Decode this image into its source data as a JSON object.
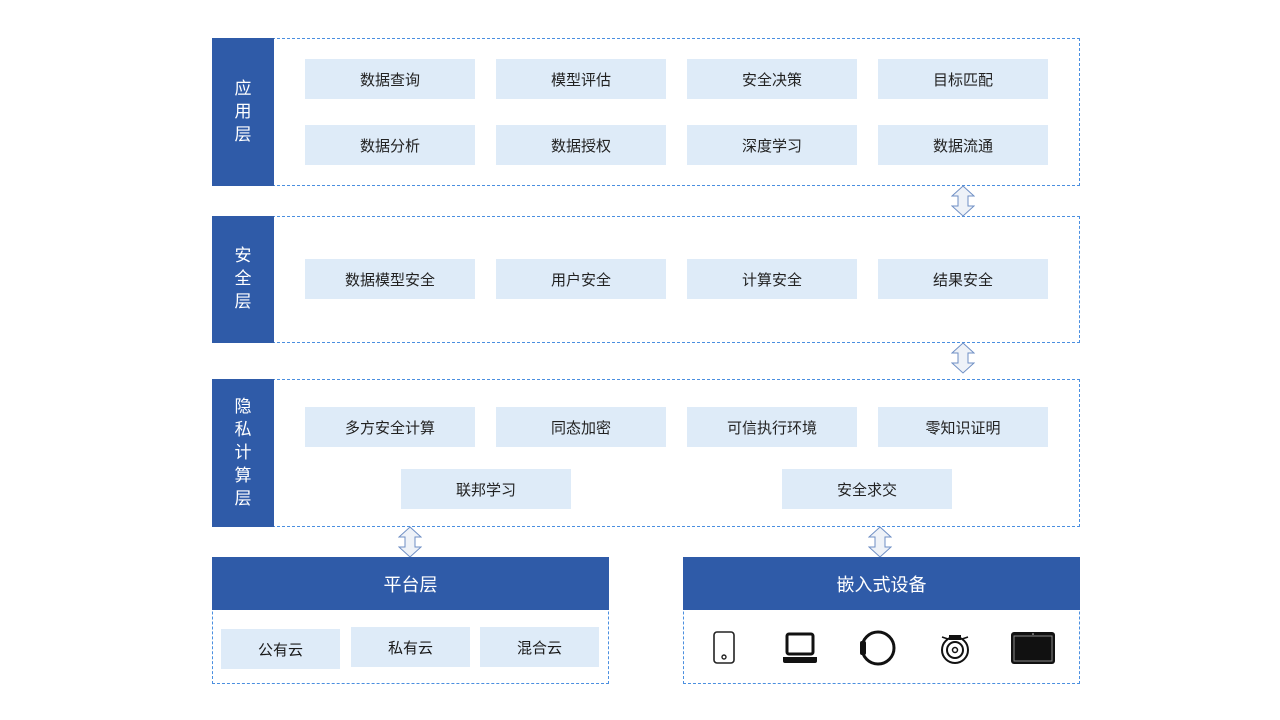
{
  "layers": {
    "application": {
      "label": [
        "应",
        "用",
        "层"
      ],
      "items": [
        "数据查询",
        "模型评估",
        "安全决策",
        "目标匹配",
        "数据分析",
        "数据授权",
        "深度学习",
        "数据流通"
      ]
    },
    "security": {
      "label": [
        "安",
        "全",
        "层"
      ],
      "items": [
        "数据模型安全",
        "用户安全",
        "计算安全",
        "结果安全"
      ]
    },
    "privacy": {
      "label": [
        "隐",
        "私",
        "计",
        "算",
        "层"
      ],
      "items": [
        "多方安全计算",
        "同态加密",
        "可信执行环境",
        "零知识证明",
        "联邦学习",
        "安全求交"
      ]
    }
  },
  "platform": {
    "title": "平台层",
    "items": [
      "公有云",
      "私有云",
      "混合云"
    ]
  },
  "embedded": {
    "title": "嵌入式设备",
    "devices": [
      "phone-icon",
      "laptop-icon",
      "smartwatch-icon",
      "robot-vacuum-icon",
      "tablet-icon"
    ]
  },
  "colors": {
    "label_bg": "#2f5ba8",
    "box_bg": "#deebf8",
    "border": "#4a8fe0"
  }
}
